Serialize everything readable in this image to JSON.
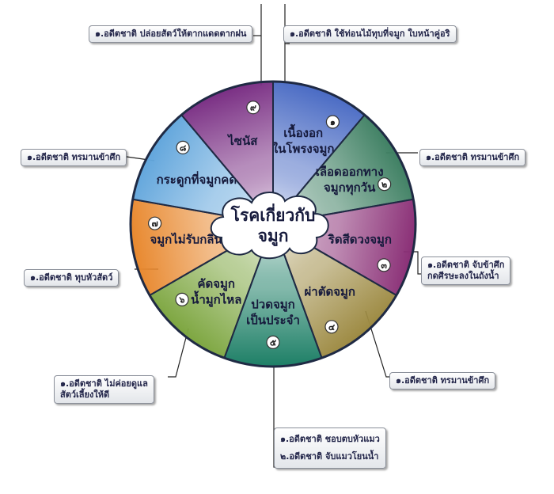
{
  "center_label": [
    "โรคเกี่ยวกับ",
    "จมูก"
  ],
  "segments": [
    {
      "num": "๑",
      "lines": [
        "เนื้องอก",
        "ในโพรงจมูก"
      ],
      "color": "#4a6bc4"
    },
    {
      "num": "๒",
      "lines": [
        "เลือดออกทาง",
        "จมูกทุกวัน"
      ],
      "color": "#3f8063"
    },
    {
      "num": "๓",
      "lines": [
        "ริดสีดวงจมูก"
      ],
      "color": "#8a2f76"
    },
    {
      "num": "๔",
      "lines": [
        "ผ่าตัดจมูก"
      ],
      "color": "#9d8a42"
    },
    {
      "num": "๕",
      "lines": [
        "ปวดจมูก",
        "เป็นประจำ"
      ],
      "color": "#1d7f66"
    },
    {
      "num": "๖",
      "lines": [
        "คัดจมูก",
        "น้ำมูกไหล"
      ],
      "color": "#7da640"
    },
    {
      "num": "๗",
      "lines": [
        "จมูกไม่รับกลิ่น"
      ],
      "color": "#e8882e"
    },
    {
      "num": "๘",
      "lines": [
        "กระดูกที่จมูกคด"
      ],
      "color": "#62a6dc"
    },
    {
      "num": "๙",
      "lines": [
        "ไซนัส"
      ],
      "color": "#7a2f84"
    }
  ],
  "boxes": [
    {
      "id": "box-1",
      "lines": [
        "๑.อดีตชาติ ใช้ท่อนไม้ทุบที่จมูก ใบหน้าคู่อริ"
      ]
    },
    {
      "id": "box-2",
      "lines": [
        "๑.อดีตชาติ ทรมานข้าศึก"
      ]
    },
    {
      "id": "box-3",
      "lines": [
        "๑.อดีตชาติ จับข้าศึก",
        "กดศีรษะลงในถังน้ำ"
      ]
    },
    {
      "id": "box-4",
      "lines": [
        "๑.อดีตชาติ ทรมานข้าศึก"
      ]
    },
    {
      "id": "box-5",
      "lines": [
        "๑.อดีตชาติ ชอบตบหัวแมว",
        "๒.อดีตชาติ จับแมวโยนน้ำ"
      ]
    },
    {
      "id": "box-6",
      "lines": [
        "๑.อดีตชาติ ไม่ค่อยดูแล",
        "สัตว์เลี้ยงให้ดี"
      ]
    },
    {
      "id": "box-7",
      "lines": [
        "๑.อดีตชาติ ทุบหัวสัตว์"
      ]
    },
    {
      "id": "box-8",
      "lines": [
        "๑.อดีตชาติ ทรมานข้าศึก"
      ]
    },
    {
      "id": "box-9",
      "lines": [
        "๑.อดีตชาติ ปล่อยสัตว์ให้ตากแดดตากฝน"
      ]
    }
  ]
}
